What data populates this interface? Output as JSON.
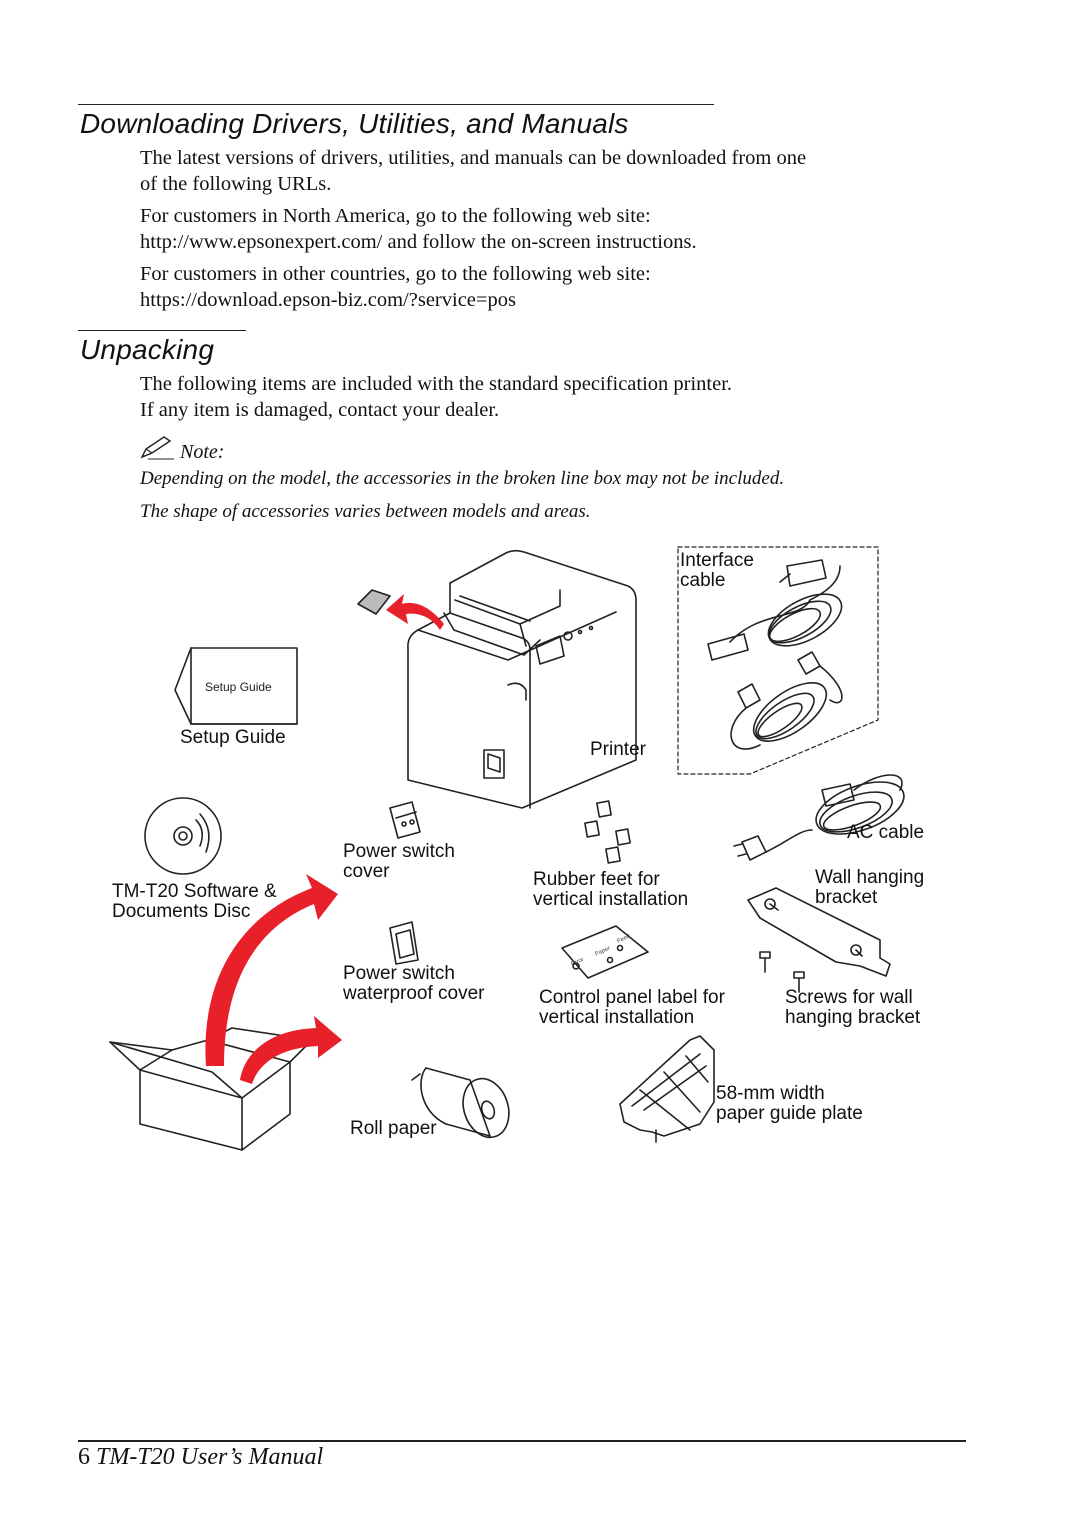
{
  "section1": {
    "heading": "Downloading Drivers, Utilities, and Manuals",
    "para1_line1": "The latest versions of drivers, utilities, and manuals can be downloaded from one",
    "para1_line2": "of the following URLs.",
    "para2_line1": "For customers in North America, go to the following web site:",
    "para2_line2": "http://www.epsonexpert.com/ and follow the on-screen instructions.",
    "para3_line1": "For customers in other countries, go to the following web site:",
    "para3_line2": "https://download.epson-biz.com/?service=pos"
  },
  "section2": {
    "heading": "Unpacking",
    "para1_line1": "The following items are included with the standard specification printer.",
    "para1_line2": "If any item is damaged, contact your dealer.",
    "note_label": "Note:",
    "note_line1": "Depending on the model, the accessories in the broken line box may not be included.",
    "note_line2": "The shape of accessories varies between models and areas."
  },
  "illustration": {
    "setup_guide_cover": "Setup Guide",
    "setup_guide": "Setup Guide",
    "interface_cable_1": "Interface",
    "interface_cable_2": "cable",
    "printer": "Printer",
    "ac_cable": "AC cable",
    "disc_1": "TM-T20 Software &",
    "disc_2": "Documents Disc",
    "power_switch_cover_1": "Power switch",
    "power_switch_cover_2": "cover",
    "rubber_feet_1": "Rubber feet for",
    "rubber_feet_2": "vertical installation",
    "wall_bracket_1": "Wall hanging",
    "wall_bracket_2": "bracket",
    "waterproof_cover_1": "Power switch",
    "waterproof_cover_2": "waterproof cover",
    "control_label_1": "Control panel label for",
    "control_label_2": "vertical installation",
    "screws_1": "Screws for wall",
    "screws_2": "hanging bracket",
    "paper_guide_1": "58-mm width",
    "paper_guide_2": "paper guide plate",
    "roll_paper": "Roll paper",
    "label_feed": "Feed",
    "label_paper": "Paper",
    "label_error": "Error"
  },
  "footer": {
    "page_number": "6",
    "title": "TM-T20 User’s Manual"
  },
  "colors": {
    "arrow_red": "#e8202a",
    "ink": "#111111"
  }
}
